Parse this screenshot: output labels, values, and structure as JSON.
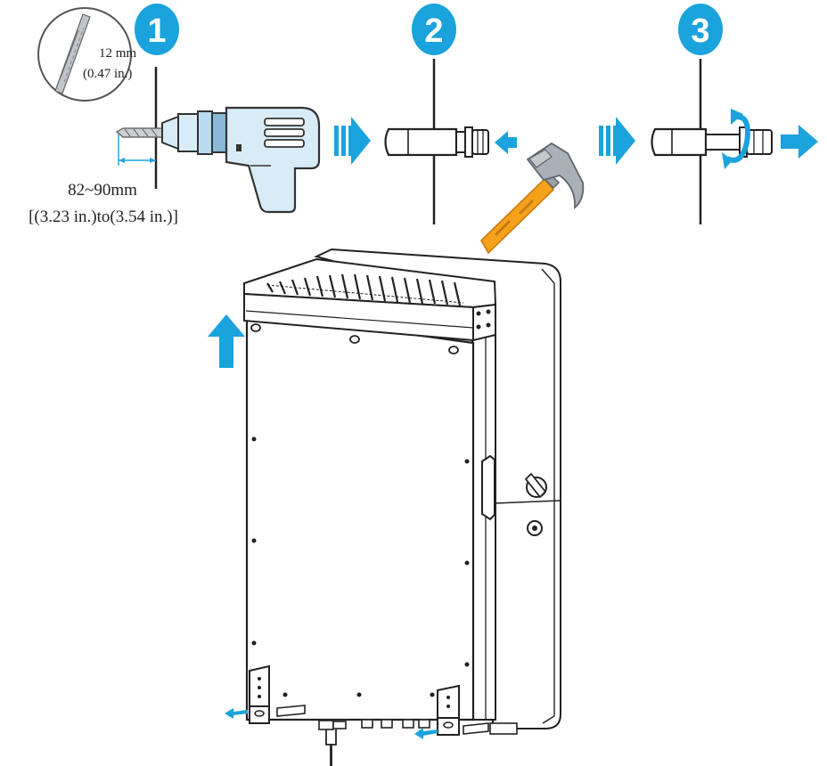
{
  "steps": [
    {
      "number": "1"
    },
    {
      "number": "2"
    },
    {
      "number": "3"
    }
  ],
  "drill_bit": {
    "diameter": "12 mm",
    "diameter_in": "(0.47 in.)"
  },
  "drill_depth": {
    "value": "82~90mm",
    "value_in": "[(3.23 in.)to(3.54 in.)]"
  },
  "colors": {
    "accent_blue": "#1aa3dc",
    "drill_body": "#d7ecf6",
    "hammer_handle": "#f4a21c",
    "hammer_head": "#9aa1a8",
    "line": "#222222"
  },
  "icons": {
    "drill": "drill-icon",
    "hammer": "hammer-icon",
    "inverter": "inverter-unit",
    "anchor": "expansion-bolt-icon"
  }
}
